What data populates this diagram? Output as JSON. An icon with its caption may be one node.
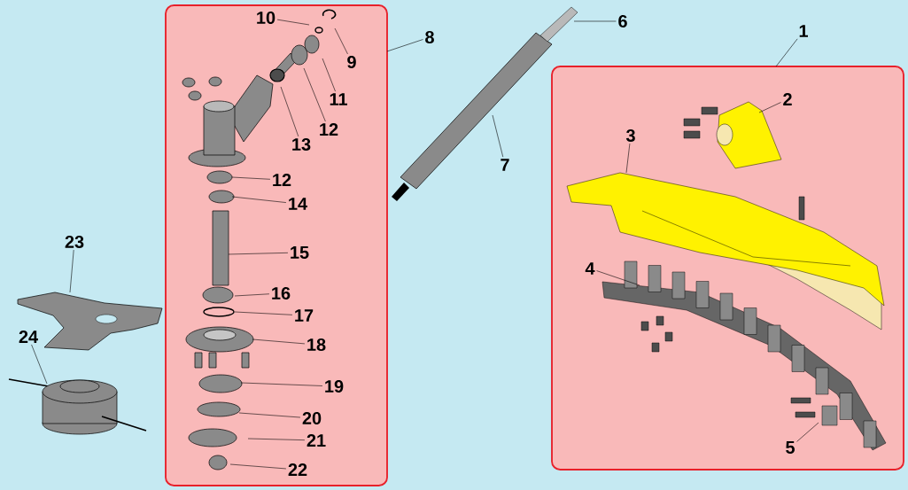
{
  "diagram": {
    "nodes": [
      {
        "text": [],
        "shape": "box"
      },
      {
        "text": [],
        "shape": "box"
      },
      {
        "text": [
          "10"
        ],
        "in": 0
      },
      {
        "text": [
          "9"
        ],
        "in": 0
      },
      {
        "text": [
          "8"
        ]
      },
      {
        "text": [
          "6"
        ]
      },
      {
        "text": [
          "1"
        ]
      },
      {
        "text": [
          "2"
        ],
        "in": 1
      },
      {
        "text": [
          "11"
        ],
        "in": 0
      },
      {
        "text": [
          "12"
        ],
        "in": 0
      },
      {
        "text": [
          "3"
        ],
        "in": 1
      },
      {
        "text": [
          "13"
        ],
        "in": 0
      },
      {
        "text": [
          "7"
        ]
      },
      {
        "text": [
          "12"
        ],
        "in": 0
      },
      {
        "text": [
          "14"
        ],
        "in": 0
      },
      {
        "text": [
          "23"
        ]
      },
      {
        "text": [
          "15"
        ],
        "in": 0
      },
      {
        "text": [
          "4"
        ],
        "in": 1
      },
      {
        "text": [
          "16"
        ],
        "in": 0
      },
      {
        "text": [
          "17"
        ],
        "in": 0
      },
      {
        "text": [
          "24"
        ]
      },
      {
        "text": [
          "18"
        ],
        "in": 0
      },
      {
        "text": [
          "19"
        ],
        "in": 0
      },
      {
        "text": [
          "20"
        ],
        "in": 0
      },
      {
        "text": [
          "21"
        ],
        "in": 0
      },
      {
        "text": [
          "5"
        ],
        "in": 1
      },
      {
        "text": [
          "22"
        ],
        "in": 0
      }
    ],
    "edges": [
      {
        "from": 2,
        "to": null,
        "arrow": "none"
      },
      {
        "from": 3,
        "to": null,
        "arrow": "none"
      },
      {
        "from": 4,
        "to": 0,
        "arrow": "none"
      },
      {
        "from": 5,
        "to": null,
        "arrow": "none"
      },
      {
        "from": 6,
        "to": 1,
        "arrow": "none"
      },
      {
        "from": 7,
        "to": null,
        "arrow": "none"
      },
      {
        "from": 8,
        "to": null,
        "arrow": "none"
      },
      {
        "from": 9,
        "to": null,
        "arrow": "none"
      },
      {
        "from": 10,
        "to": null,
        "arrow": "none"
      },
      {
        "from": 11,
        "to": null,
        "arrow": "none"
      },
      {
        "from": 12,
        "to": null,
        "arrow": "none"
      },
      {
        "from": 13,
        "to": null,
        "arrow": "none"
      },
      {
        "from": 14,
        "to": null,
        "arrow": "none"
      },
      {
        "from": 15,
        "to": null,
        "arrow": "none"
      },
      {
        "from": 16,
        "to": null,
        "arrow": "none"
      },
      {
        "from": 17,
        "to": null,
        "arrow": "none"
      },
      {
        "from": 18,
        "to": null,
        "arrow": "none"
      },
      {
        "from": 19,
        "to": null,
        "arrow": "none"
      },
      {
        "from": 20,
        "to": null,
        "arrow": "none"
      },
      {
        "from": 21,
        "to": null,
        "arrow": "none"
      },
      {
        "from": 22,
        "to": null,
        "arrow": "none"
      },
      {
        "from": 23,
        "to": null,
        "arrow": "none"
      },
      {
        "from": 24,
        "to": null,
        "arrow": "none"
      },
      {
        "from": 25,
        "to": null,
        "arrow": "none"
      },
      {
        "from": 26,
        "to": null,
        "arrow": "none"
      }
    ]
  }
}
